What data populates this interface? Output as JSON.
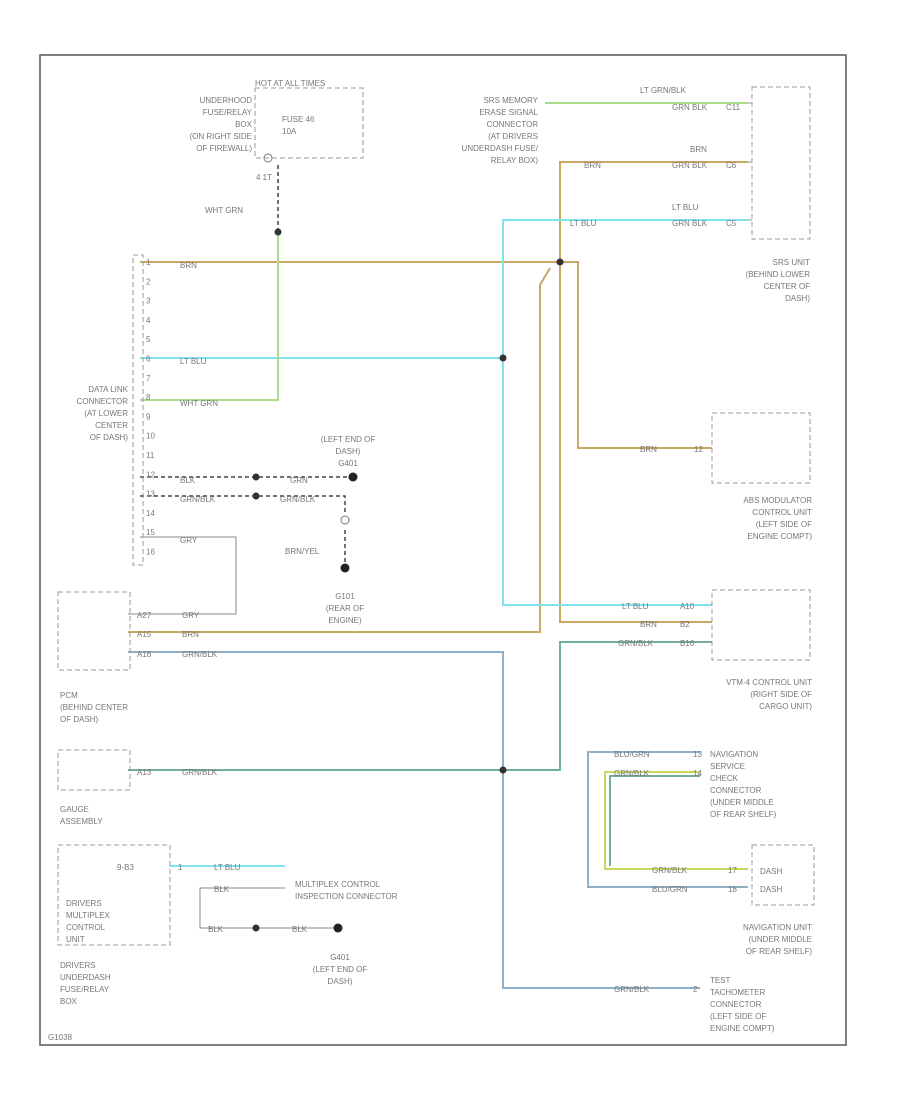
{
  "colors": {
    "tan": "#c8a862",
    "blue": "#7fe3ec",
    "green": "#a9de8c",
    "steel": "#8fb0c8",
    "teal": "#6fb096",
    "gray": "#999999",
    "yellow_green": "#c8d85c"
  },
  "components": {
    "fuse_box": {
      "lines": [
        "UNDERHOOD",
        "FUSE/RELAY",
        "BOX",
        "(ON RIGHT SIDE",
        "OF FIREWALL)"
      ],
      "header": "HOT AT ALL TIMES",
      "fuse": [
        "FUSE 46",
        "10A"
      ],
      "pin": "4 1T"
    },
    "srs_memory": {
      "lines": [
        "SRS MEMORY",
        "ERASE SIGNAL",
        "CONNECTOR",
        "(AT DRIVERS",
        "UNDERDASH FUSE/",
        "RELAY BOX)"
      ]
    },
    "srs_unit": {
      "lines": [
        "SRS UNIT",
        "(BEHIND LOWER",
        "CENTER OF",
        "DASH)"
      ]
    },
    "dlc": {
      "lines": [
        "DATA LINK",
        "CONNECTOR",
        "(AT LOWER",
        "CENTER",
        "OF DASH)"
      ]
    },
    "abs": {
      "lines": [
        "ABS MODULATOR",
        "CONTROL UNIT",
        "(LEFT SIDE OF",
        "ENGINE COMPT)"
      ]
    },
    "ground_g401": {
      "lines": [
        "G401",
        "(LEFT END OF",
        "DASH)"
      ]
    },
    "ground_g101": {
      "lines": [
        "G101",
        "(REAR OF",
        "ENGINE)"
      ]
    },
    "pcm": {
      "lines": [
        "PCM",
        "(BEHIND CENTER",
        "OF DASH)"
      ]
    },
    "vtm4": {
      "lines": [
        "VTM-4 CONTROL UNIT",
        "(RIGHT SIDE OF",
        "CARGO UNIT)"
      ]
    },
    "gauge": {
      "lines": [
        "GAUGE",
        "ASSEMBLY"
      ]
    },
    "nav_check": {
      "lines": [
        "NAVIGATION",
        "SERVICE",
        "CHECK",
        "CONNECTOR",
        "(UNDER MIDDLE",
        "OF REAR SHELF)"
      ]
    },
    "nav_unit": {
      "lines": [
        "NAVIGATION UNIT",
        "(UNDER MIDDLE",
        "OF REAR SHELF)"
      ],
      "box": [
        "DASH",
        "DASH"
      ]
    },
    "drivers_mux": {
      "lines": [
        "DRIVERS",
        "MULTIPLEX",
        "CONTROL",
        "UNIT"
      ],
      "pin": "9-B3"
    },
    "underdash_box": {
      "lines": [
        "DRIVERS",
        "UNDERDASH",
        "FUSE/RELAY",
        "BOX"
      ]
    },
    "mux_inspection": {
      "lines": [
        "MULTIPLEX CONTROL",
        "INSPECTION CONNECTOR"
      ]
    },
    "ground_g401b": {
      "lines": [
        "G401",
        "(LEFT END OF",
        "DASH)"
      ]
    },
    "test_tach": {
      "lines": [
        "TEST",
        "TACHOMETER",
        "CONNECTOR",
        "(LEFT SIDE OF",
        "ENGINE COMPT)"
      ]
    }
  },
  "dlc_pins": [
    "1",
    "2",
    "3",
    "4",
    "5",
    "6",
    "7",
    "8",
    "9",
    "10",
    "11",
    "12",
    "13",
    "14",
    "15",
    "16"
  ],
  "wires": {
    "srs_lt_grnblk": "LT GRN/BLK",
    "srs_grn_blk": "GRN BLK",
    "srs_brn": "BRN",
    "srs_lt_blu": "LT BLU",
    "fuse_wht_grn": "WHT GRN",
    "dlc_brn": "BRN",
    "dlc_lt_blu": "LT BLU",
    "dlc_wht_grn": "WHT GRN",
    "dlc_blk": "BLK",
    "dlc_grn": "GRN",
    "dlc_grnblk": "GRN/BLK",
    "dlc_grnblk2": "GRN/BLK",
    "dlc_gry": "GRY",
    "ground_brnyel": "BRN/YEL",
    "pcm_gry": "GRY",
    "pcm_brn": "BRN",
    "pcm_grnblk": "GRN/BLK",
    "abs_brn": "BRN",
    "vtm_lt_blu": "LT BLU",
    "vtm_brn": "BRN",
    "vtm_grnblk": "GRN/BLK",
    "gauge_grnblk": "GRN/BLK",
    "nav_blugrn": "BLU/GRN",
    "nav_grnblk": "GRN/BLK",
    "nav_grnblk2": "GRN/BLK",
    "nav_blugrn2": "BLU/GRN",
    "mux_lt_blu": "LT BLU",
    "mux_blk": "BLK",
    "mux_blk2": "BLK",
    "mux_blk3": "BLK",
    "tach_grnblk": "GRN/BLK"
  },
  "pins": {
    "pcm_gry": "A27",
    "pcm_brn": "A15",
    "pcm_grnblk": "A16",
    "gauge": "A13",
    "abs": "12",
    "vtm_a": "A10",
    "vtm_b": "B2",
    "vtm_c": "B16",
    "srs_a": "C11",
    "srs_b": "C6",
    "srs_c": "C5",
    "nav_a": "13",
    "nav_b": "14",
    "nav_unit_a": "17",
    "nav_unit_b": "18",
    "tach": "2",
    "mux_a": "1"
  },
  "footer_code": "G1038"
}
